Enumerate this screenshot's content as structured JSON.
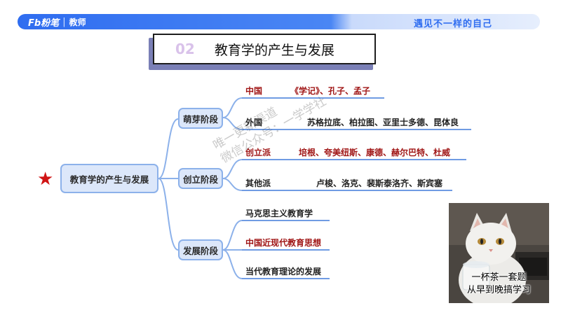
{
  "header": {
    "brand": "Fb粉笔",
    "role": "教师",
    "slogan": "遇见不一样的自己"
  },
  "title": {
    "number": "02",
    "text": "教育学的产生与发展"
  },
  "mindmap": {
    "root": "教育学的产生与发展",
    "branches": [
      {
        "label": "萌芽阶段",
        "items": [
          {
            "name": "中国",
            "detail": "《学记》、孔子、孟子",
            "highlight": true
          },
          {
            "name": "外国",
            "detail": "苏格拉底、柏拉图、亚里士多德、昆体良",
            "highlight": false
          }
        ]
      },
      {
        "label": "创立阶段",
        "items": [
          {
            "name": "创立派",
            "detail": "培根、夸美纽斯、康德、赫尔巴特、杜威",
            "highlight": true
          },
          {
            "name": "其他派",
            "detail": "卢梭、洛克、裴斯泰洛齐、斯宾塞",
            "highlight": false
          }
        ]
      },
      {
        "label": "发展阶段",
        "items": [
          {
            "name": "马克思主义教育学",
            "highlight": false
          },
          {
            "name": "中国近现代教育思想",
            "highlight": true
          },
          {
            "name": "当代教育理论的发展",
            "highlight": false
          }
        ]
      }
    ]
  },
  "watermark": {
    "line1": "唯一更新渠道",
    "line2": "微信公众号：一学学社"
  },
  "photo": {
    "caption_line1": "一杯茶一套题",
    "caption_line2": "从早到晚搞学习"
  },
  "colors": {
    "accent_blue": "#2f6df0",
    "node_fill": "#dce7fa",
    "node_border": "#8cb1ea",
    "highlight_red": "#a01616",
    "star_red": "#d01414"
  },
  "icons": {
    "star": "star-icon"
  }
}
